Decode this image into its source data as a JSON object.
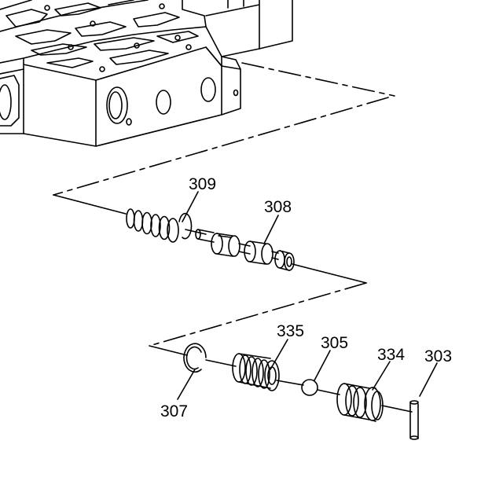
{
  "callouts": {
    "c309": "309",
    "c308": "308",
    "c335": "335",
    "c305": "305",
    "c334": "334",
    "c303": "303",
    "c307": "307"
  },
  "colors": {
    "ink": "#000000",
    "paper": "#ffffff"
  }
}
